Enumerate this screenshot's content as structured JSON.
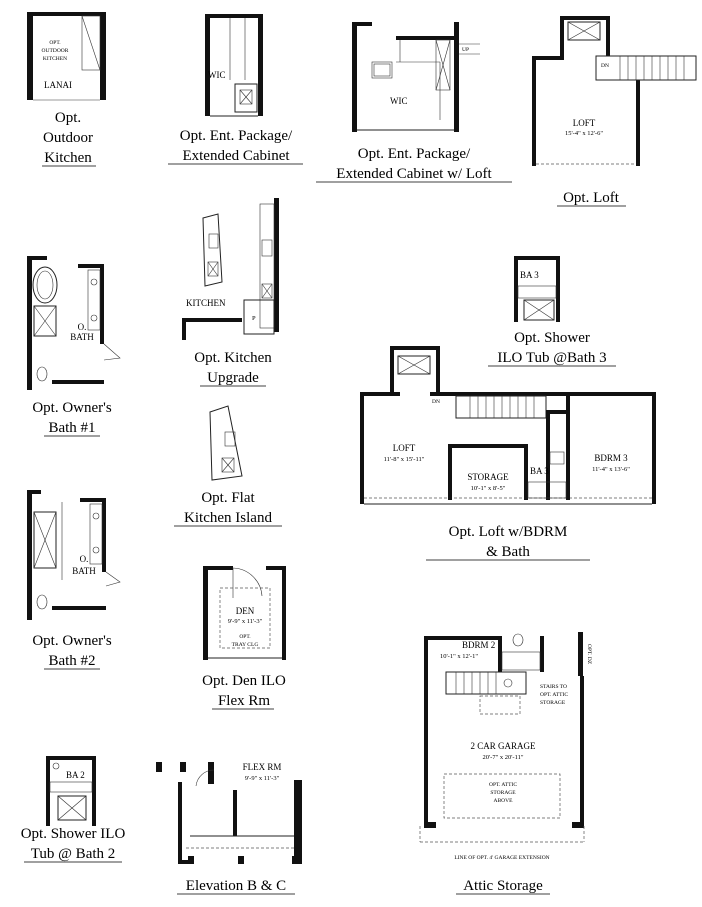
{
  "plans": {
    "outdoor_kitchen": {
      "caption1": "Opt.",
      "caption2": "Outdoor",
      "caption3": "Kitchen",
      "label_opt": "OPT.",
      "label_outdoor": "OUTDOOR",
      "label_kitchen": "KITCHEN",
      "label_lanai": "LANAI"
    },
    "ent_package": {
      "caption1": "Opt. Ent. Package/",
      "caption2": "Extended Cabinet",
      "label_wic": "WIC"
    },
    "ent_package_loft": {
      "caption1": "Opt. Ent. Package/",
      "caption2": "Extended Cabinet w/ Loft",
      "label_wic": "WIC",
      "label_up": "UP"
    },
    "loft": {
      "caption1": "Opt. Loft",
      "label_loft": "LOFT",
      "dims": "15'-4\" x 12'-6\"",
      "label_dn": "DN"
    },
    "owners_bath_1": {
      "caption1": "Opt. Owner's",
      "caption2": "Bath #1",
      "label_o": "O.",
      "label_bath": "BATH"
    },
    "kitchen_upgrade": {
      "caption1": "Opt. Kitchen",
      "caption2": "Upgrade",
      "label_kitchen": "KITCHEN",
      "label_p": "P"
    },
    "shower_bath3": {
      "caption1": "Opt. Shower",
      "caption2": "ILO Tub @Bath 3",
      "label_ba3": "BA 3"
    },
    "flat_island": {
      "caption1": "Opt. Flat",
      "caption2": "Kitchen Island"
    },
    "loft_bdrm_bath": {
      "caption1": "Opt. Loft w/BDRM",
      "caption2": "& Bath",
      "label_dn": "DN",
      "label_loft": "LOFT",
      "loft_dims": "11'-8\" x 15'-11\"",
      "label_storage": "STORAGE",
      "storage_dims": "10'-1\" x 8'-5\"",
      "label_ba3": "BA 3",
      "label_bdrm3": "BDRM 3",
      "bdrm3_dims": "11'-4\" x 13'-6\""
    },
    "owners_bath_2": {
      "caption1": "Opt. Owner's",
      "caption2": "Bath #2",
      "label_o": "O.",
      "label_bath": "BATH"
    },
    "den_flex": {
      "caption1": "Opt. Den ILO",
      "caption2": "Flex Rm",
      "label_den": "DEN",
      "den_dims": "9'-9\" x 11'-3\"",
      "label_opt": "OPT.",
      "label_tray": "TRAY CLG"
    },
    "shower_bath2": {
      "caption1": "Opt. Shower ILO",
      "caption2": "Tub @ Bath 2",
      "label_ba2": "BA 2"
    },
    "elevation_bc": {
      "caption1": "Elevation B & C",
      "label_flex": "FLEX RM",
      "flex_dims": "9'-9\" x 11'-3\""
    },
    "attic_storage": {
      "caption1": "Attic Storage",
      "label_bdrm2": "BDRM 2",
      "bdrm2_dims": "10'-1\" x 12'-1\"",
      "label_optdz": "OPT. DZ",
      "label_stairs1": "STAIRS TO",
      "label_stairs2": "OPT. ATTIC",
      "label_stairs3": "STORAGE",
      "label_garage": "2 CAR GARAGE",
      "garage_dims": "20'-7\" x 20'-11\"",
      "label_attic1": "OPT. ATTIC",
      "label_attic2": "STORAGE",
      "label_attic3": "ABOVE",
      "label_ext": "LINE OF OPT. 4' GARAGE EXTENSION"
    }
  }
}
